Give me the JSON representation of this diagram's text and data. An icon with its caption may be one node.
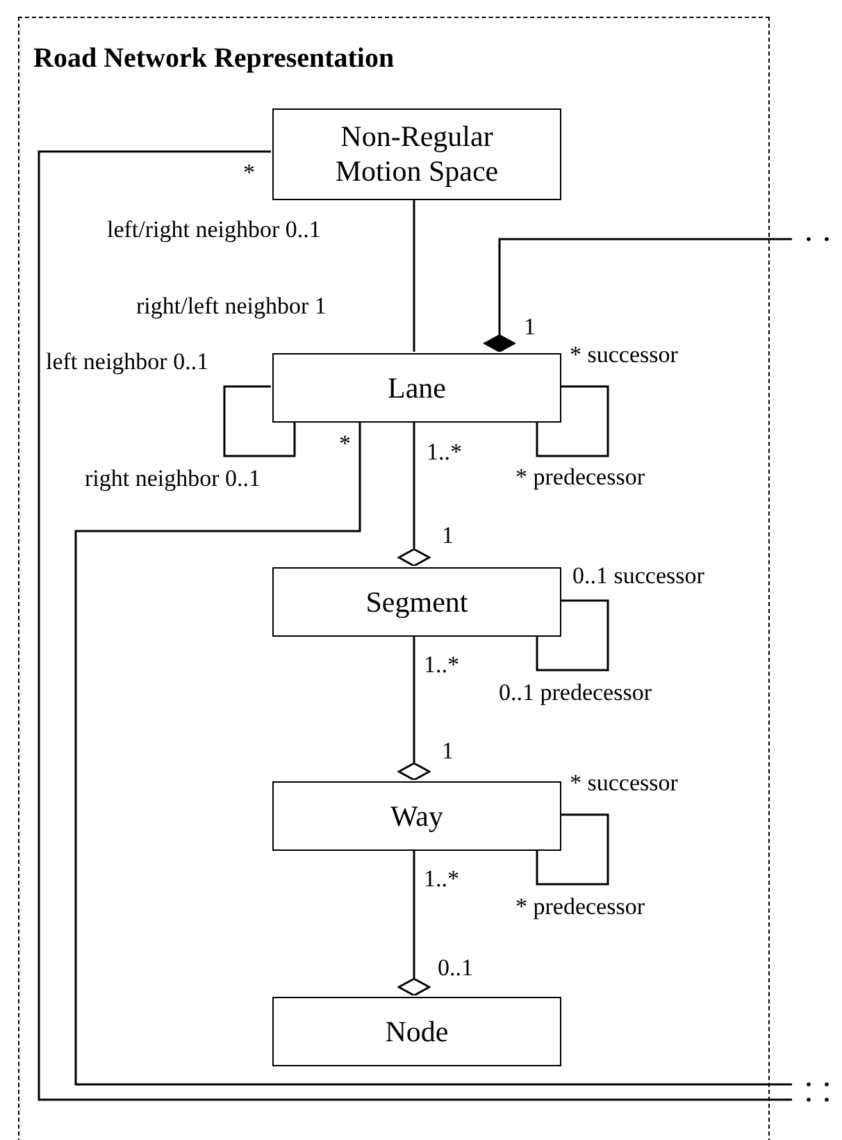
{
  "diagram": {
    "nodes": [
      {
        "text": [
          "Road Network Representation"
        ]
      },
      {
        "text": [
          "Non-Regular Motion Space"
        ],
        "in": 0
      },
      {
        "text": [
          "Lane"
        ],
        "in": 0
      },
      {
        "text": [
          "Segment"
        ],
        "in": 0
      },
      {
        "text": [
          "Way"
        ],
        "in": 0
      },
      {
        "text": [
          "Node"
        ],
        "in": 0
      }
    ],
    "edges": [
      {
        "from": 1,
        "to": 2,
        "arrow": "none"
      },
      {
        "from": 2,
        "to": 2,
        "arrow": "none"
      },
      {
        "from": 2,
        "to": 2,
        "arrow": "none"
      },
      {
        "from": 3,
        "to": 3,
        "arrow": "none"
      },
      {
        "from": 4,
        "to": 4,
        "arrow": "none"
      },
      {
        "from": 2,
        "to": 3,
        "arrow": "other"
      },
      {
        "from": 3,
        "to": 4,
        "arrow": "other"
      },
      {
        "from": 4,
        "to": 5,
        "arrow": "other"
      },
      {
        "from": null,
        "to": 2,
        "arrow": "other"
      },
      {
        "from": 1,
        "to": null,
        "arrow": "none"
      },
      {
        "from": 2,
        "to": null,
        "arrow": "none"
      }
    ],
    "labels": [
      "*",
      "left/right neighbor 0..1",
      "right/left neighbor 1",
      "1",
      "* successor",
      "left neighbor 0..1",
      "right neighbor 0..1",
      "*",
      "1..*",
      "* predecessor",
      "1",
      "0..1 successor",
      "1..*",
      "0..1 predecessor",
      "1",
      "* successor",
      "1..*",
      "* predecessor",
      "0..1"
    ]
  }
}
